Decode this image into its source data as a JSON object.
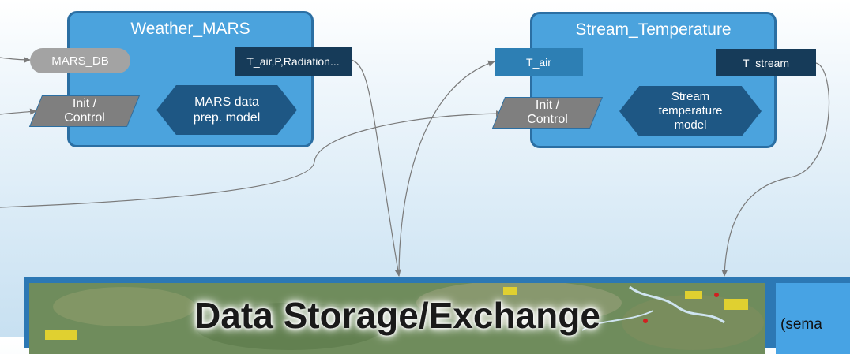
{
  "modules": {
    "weather": {
      "title": "Weather_MARS",
      "db_label": "MARS_DB",
      "init_label": "Init /\nControl",
      "output_port": "T_air,P,Radiation...",
      "model_label": "MARS data\nprep. model"
    },
    "stream": {
      "title": "Stream_Temperature",
      "input_port": "T_air",
      "output_port": "T_stream",
      "init_label": "Init /\nControl",
      "model_label": "Stream\ntemperature\nmodel"
    }
  },
  "storage": {
    "title": "Data Storage/Exchange",
    "note": "(sema"
  },
  "colors": {
    "module_fill": "#4ba3dd",
    "module_border": "#2b6fa3",
    "model_hex": "#1e5784",
    "port_dark": "#163b59",
    "port_mid": "#2d7fb4",
    "param_gray": "#7f7f7f",
    "db_gray": "#a3a3a3",
    "connector": "#7a7a7a"
  }
}
